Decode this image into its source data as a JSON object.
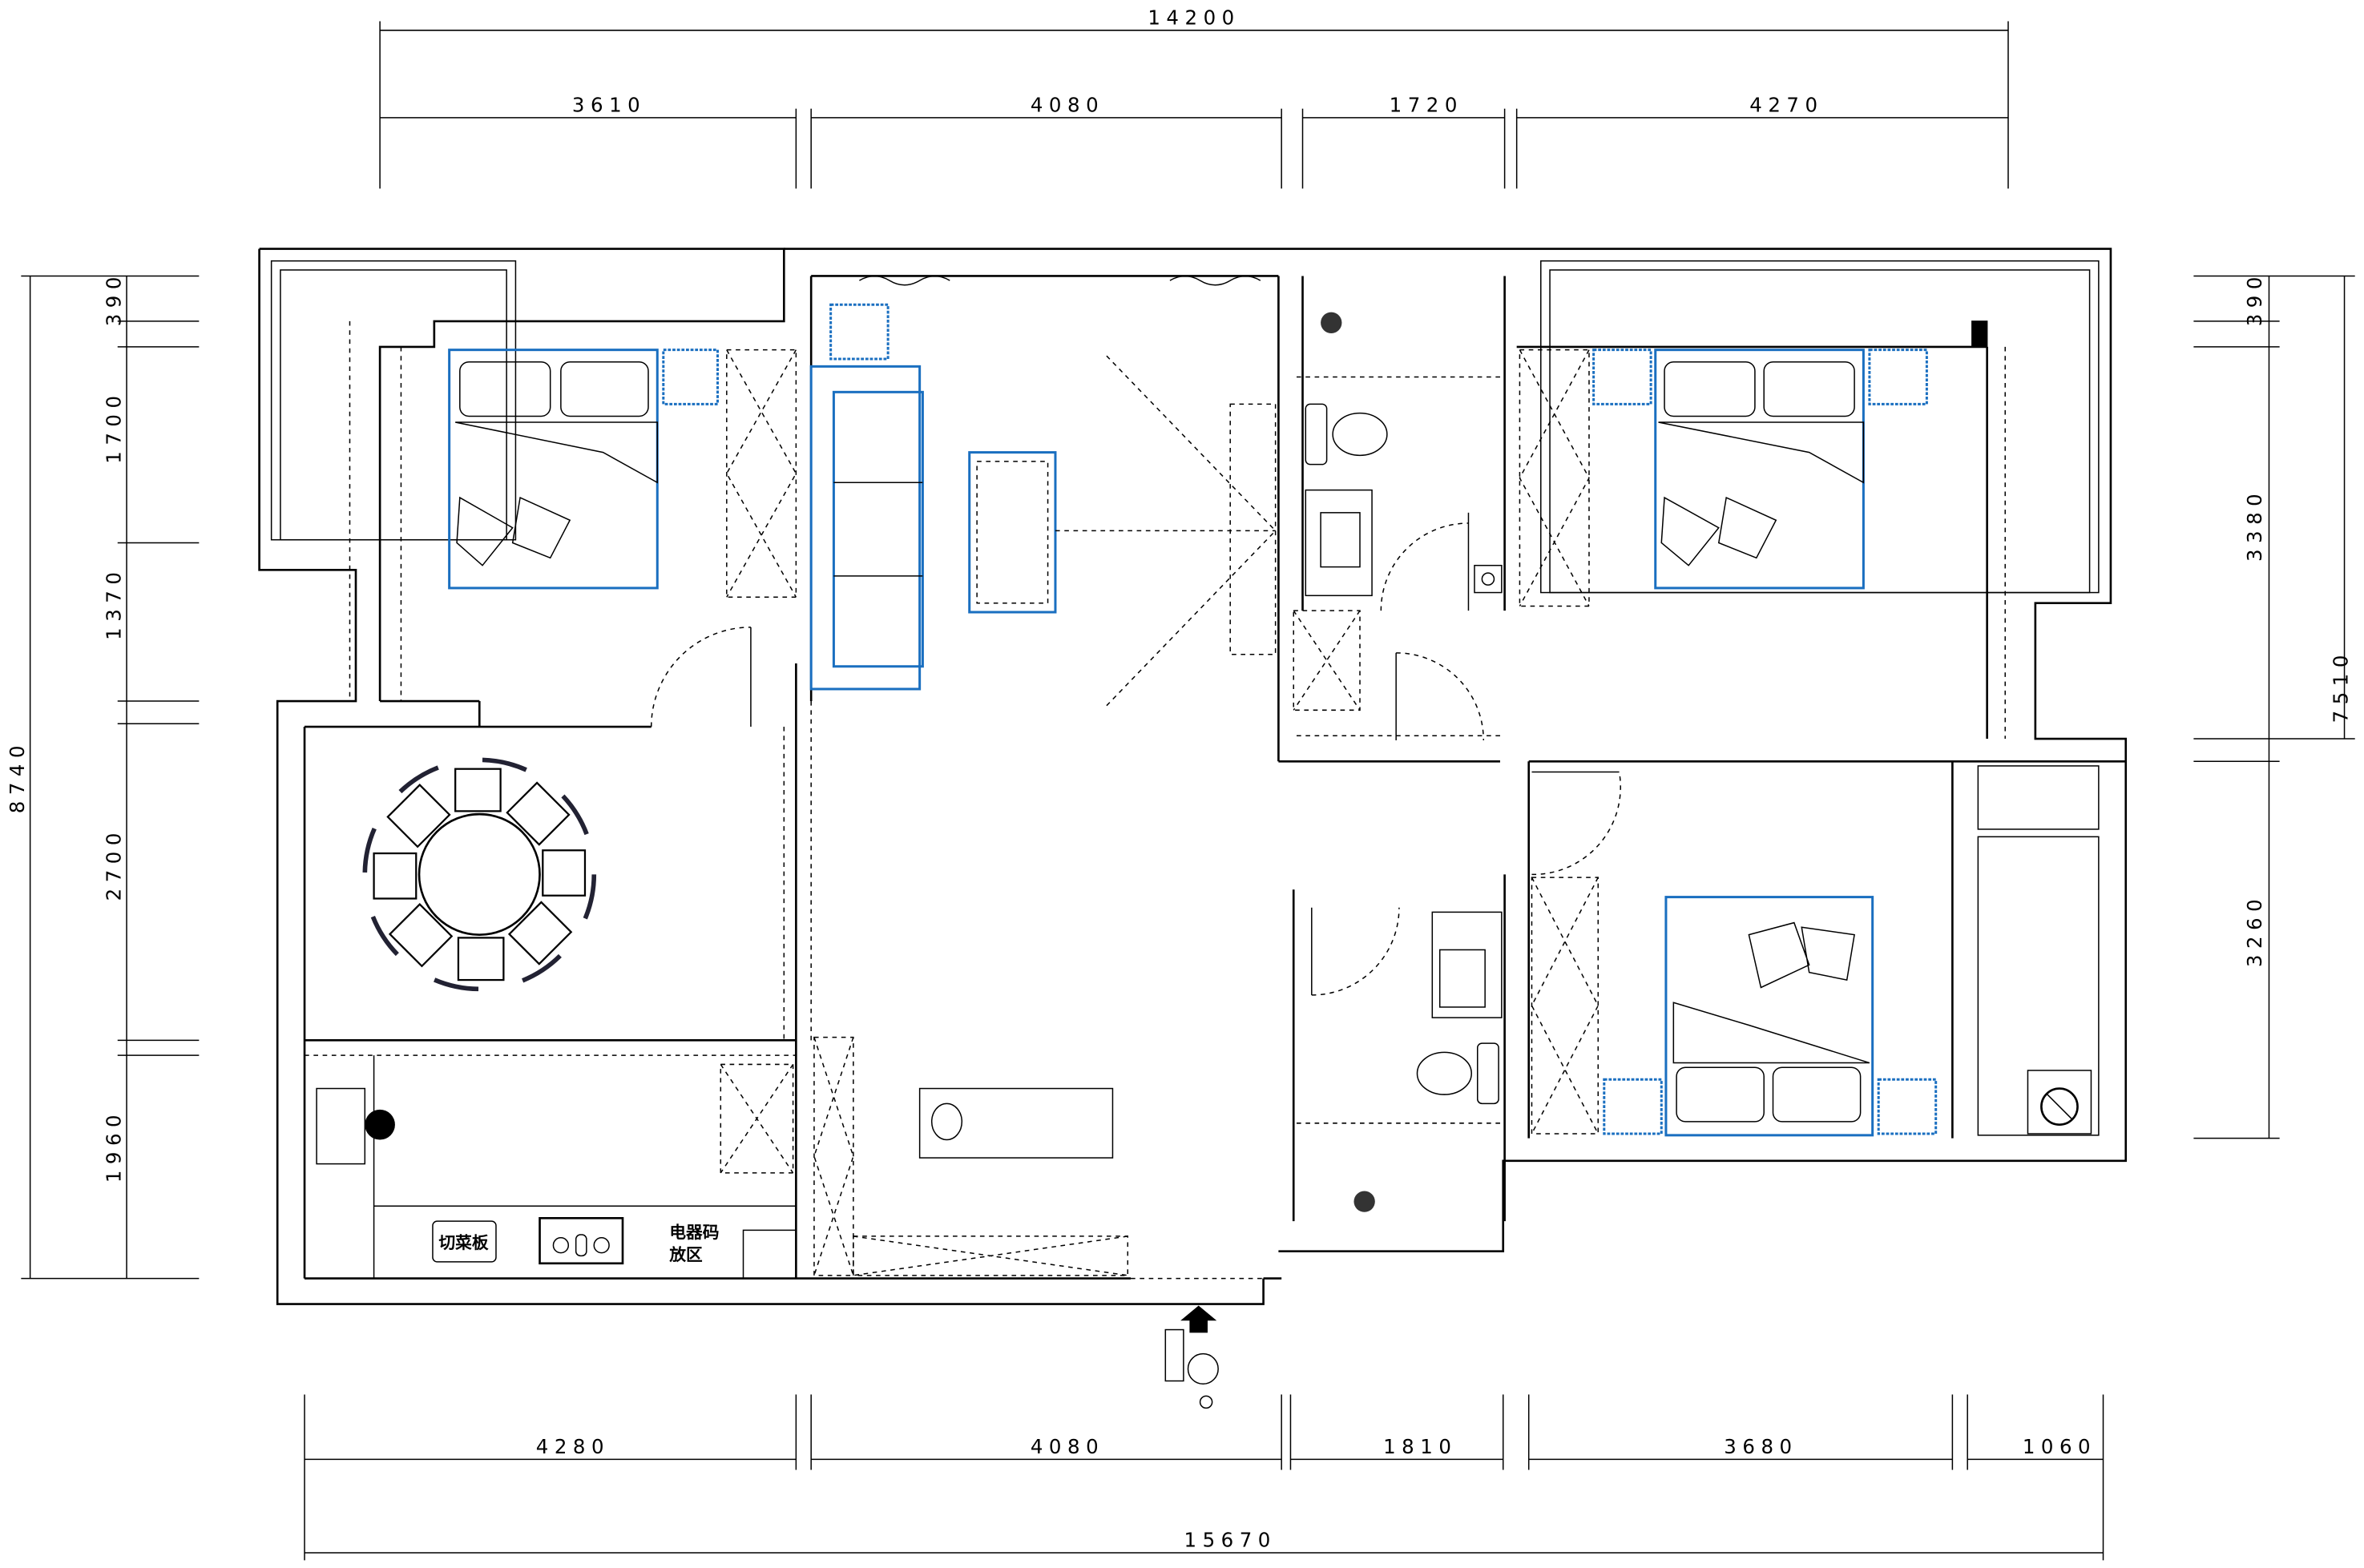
{
  "dimensions": {
    "top_total": "14200",
    "top": [
      "3610",
      "4080",
      "1720",
      "4270"
    ],
    "bottom": [
      "4280",
      "4080",
      "1810",
      "3680",
      "1060"
    ],
    "bottom_total": "15670",
    "left_total": "8740",
    "left": [
      "390",
      "1700",
      "1370",
      "2700",
      "1960"
    ],
    "right": [
      "390",
      "3380",
      "3260"
    ],
    "right_total": "7510"
  },
  "labels": {
    "cutting_board": "切菜板",
    "appliance_zone_line1": "电器码",
    "appliance_zone_line2": "放区"
  },
  "colors": {
    "furniture_highlight": "#1a6fc0",
    "lines": "#000000"
  }
}
